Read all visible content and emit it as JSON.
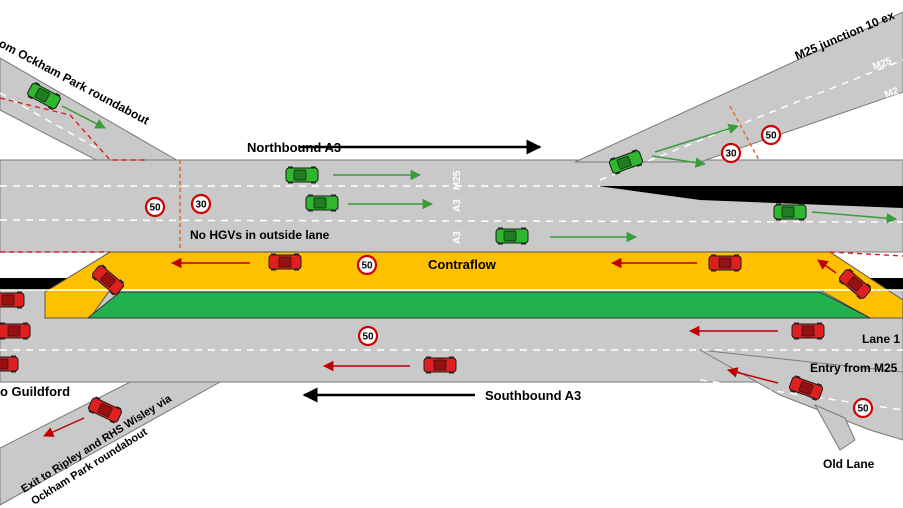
{
  "labels": {
    "ockham_entry": "om Ockham Park roundabout",
    "m25_exit": "M25 junction 10 ex",
    "northbound": "Northbound A3",
    "no_hgv": "No HGVs in outside lane",
    "contraflow": "Contraflow",
    "lane1": "Lane 1",
    "entry_m25": "Entry from M25",
    "southbound": "Southbound A3",
    "guildford": "o Guildford",
    "ripley_line1": "Exit to Ripley and RHS Wisley via",
    "ripley_line2": "Ockham Park roundabout",
    "old_lane": "Old Lane"
  },
  "road_markings": {
    "m25": "M25",
    "a3": "A3",
    "m25_slip_a": "M25",
    "m25_slip_b": "M2"
  },
  "speed_signs": {
    "nb_left_50": "50",
    "nb_left_30": "30",
    "contraflow_50": "50",
    "sb_50": "50",
    "slip_right_30": "30",
    "slip_right_50": "50",
    "entry_50": "50"
  },
  "colors": {
    "road": "#c9c9c9",
    "contraflow": "#ffc000",
    "median": "#22b14c",
    "barrier": "#000000",
    "green_arrow": "#3a9b3a",
    "red_arrow": "#c00000",
    "works_line": "#e0651e",
    "green_car": "#2db82d",
    "red_car": "#e02020"
  }
}
